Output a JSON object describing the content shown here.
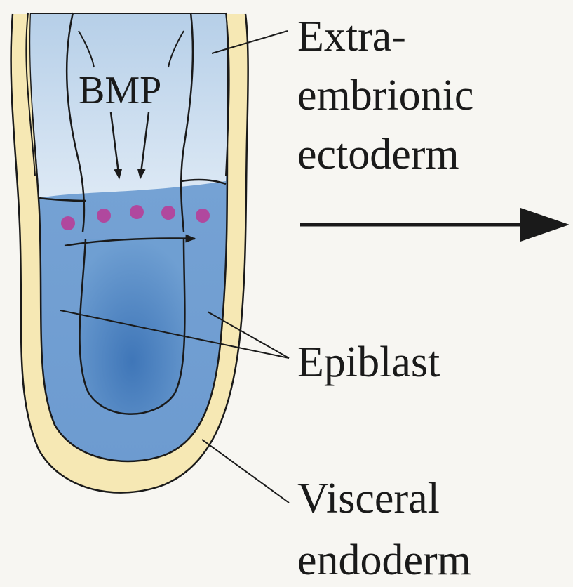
{
  "diagram": {
    "signal_label": "BMP",
    "labels": {
      "extraembryonic_line1": "Extra-",
      "extraembryonic_line2": "embrionic",
      "extraembryonic_line3": "ectoderm",
      "epiblast": "Epiblast",
      "visceral_line1": "Visceral",
      "visceral_line2": "endoderm"
    },
    "colors": {
      "background": "#f7f6f2",
      "visceral_endoderm": "#f6e8b4",
      "extraembryonic_ectoderm": "#c9dcef",
      "epiblast": "#7fa9d8",
      "cavity": "#4f86c4",
      "cells": "#b0489e",
      "outline": "#1a1a1a"
    }
  }
}
